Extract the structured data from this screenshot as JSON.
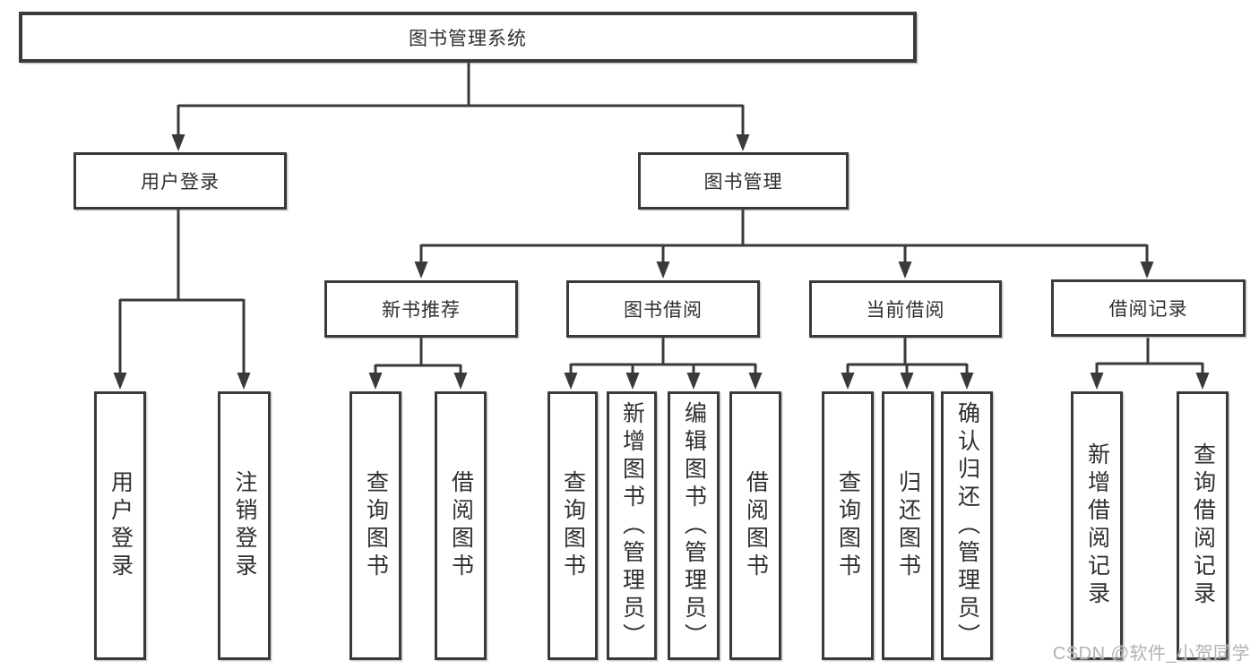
{
  "diagram": {
    "root": {
      "label": "图书管理系统"
    },
    "branches": [
      {
        "label": "用户登录",
        "children": [
          {
            "label": "用户登录"
          },
          {
            "label": "注销登录"
          }
        ]
      },
      {
        "label": "图书管理",
        "children": [
          {
            "label": "新书推荐",
            "children": [
              {
                "label": "查询图书"
              },
              {
                "label": "借阅图书"
              }
            ]
          },
          {
            "label": "图书借阅",
            "children": [
              {
                "label": "查询图书"
              },
              {
                "label": "新增图书（管理员）"
              },
              {
                "label": "编辑图书（管理员）"
              },
              {
                "label": "借阅图书"
              }
            ]
          },
          {
            "label": "当前借阅",
            "children": [
              {
                "label": "查询图书"
              },
              {
                "label": "归还图书"
              },
              {
                "label": "确认归还（管理员）"
              }
            ]
          },
          {
            "label": "借阅记录",
            "children": [
              {
                "label": "新增借阅记录"
              },
              {
                "label": "查询借阅记录"
              }
            ]
          }
        ]
      }
    ]
  },
  "watermark": {
    "text": "CSDN @软件_小贺同学"
  },
  "colors": {
    "line": "#3a3a3a",
    "text": "#2f2f2f",
    "watermark": "#b2b2b2",
    "background": "#ffffff"
  }
}
